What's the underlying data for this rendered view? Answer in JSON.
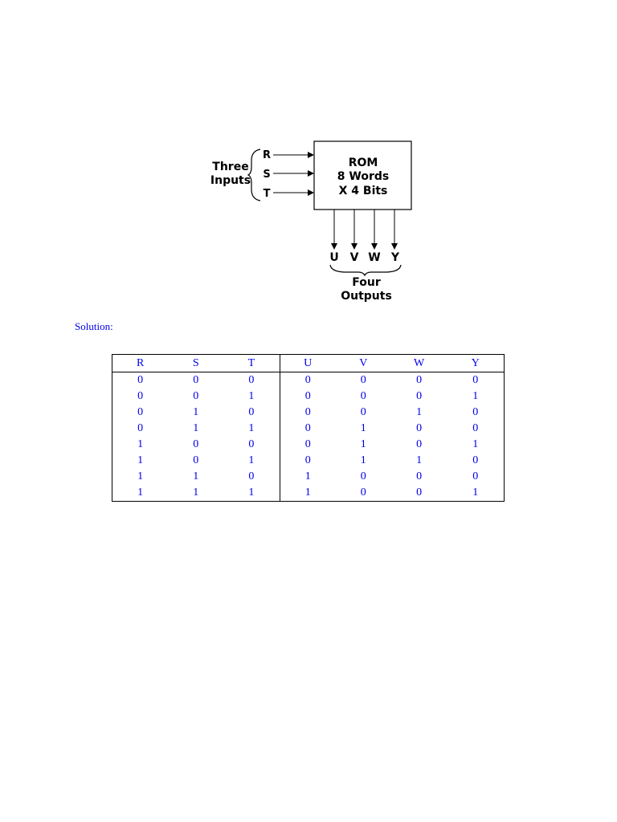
{
  "diagram": {
    "inputs_label_line1": "Three",
    "inputs_label_line2": "Inputs",
    "inputs": [
      "R",
      "S",
      "T"
    ],
    "rom_line1": "ROM",
    "rom_line2": "8 Words",
    "rom_line3": "X 4 Bits",
    "outputs": [
      "U",
      "V",
      "W",
      "Y"
    ],
    "outputs_label_line1": "Four",
    "outputs_label_line2": "Outputs"
  },
  "solution_label": "Solution:",
  "table": {
    "headers": [
      "R",
      "S",
      "T",
      "U",
      "V",
      "W",
      "Y"
    ],
    "rows": [
      [
        "0",
        "0",
        "0",
        "0",
        "0",
        "0",
        "0"
      ],
      [
        "0",
        "0",
        "1",
        "0",
        "0",
        "0",
        "1"
      ],
      [
        "0",
        "1",
        "0",
        "0",
        "0",
        "1",
        "0"
      ],
      [
        "0",
        "1",
        "1",
        "0",
        "1",
        "0",
        "0"
      ],
      [
        "1",
        "0",
        "0",
        "0",
        "1",
        "0",
        "1"
      ],
      [
        "1",
        "0",
        "1",
        "0",
        "1",
        "1",
        "0"
      ],
      [
        "1",
        "1",
        "0",
        "1",
        "0",
        "0",
        "0"
      ],
      [
        "1",
        "1",
        "1",
        "1",
        "0",
        "0",
        "1"
      ]
    ]
  },
  "colors": {
    "table_text": "#0000ee",
    "diagram_ink": "#000000"
  }
}
